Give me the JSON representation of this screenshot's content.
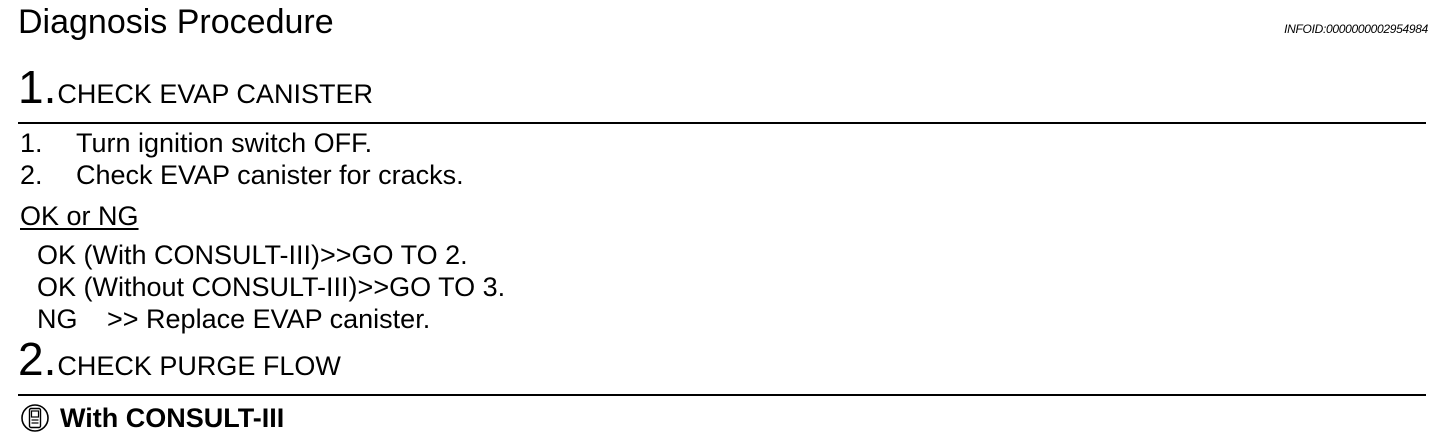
{
  "header": {
    "title": "Diagnosis Procedure",
    "info_id": "INFOID:0000000002954984"
  },
  "step1": {
    "number": "1.",
    "title": "CHECK EVAP CANISTER",
    "items": [
      {
        "num": "1.",
        "text": "Turn ignition switch OFF."
      },
      {
        "num": "2.",
        "text": "Check EVAP canister for cracks."
      }
    ],
    "result_heading": "OK or NG",
    "results": [
      {
        "text": "OK (With CONSULT-III)>>GO TO 2."
      },
      {
        "text": "OK (Without CONSULT-III)>>GO TO 3."
      },
      {
        "label": "NG",
        "text": ">> Replace EVAP canister."
      }
    ]
  },
  "step2": {
    "number": "2.",
    "title": "CHECK PURGE FLOW",
    "consult_icon": "consult-tool-icon",
    "consult_label": "With CONSULT-III"
  }
}
